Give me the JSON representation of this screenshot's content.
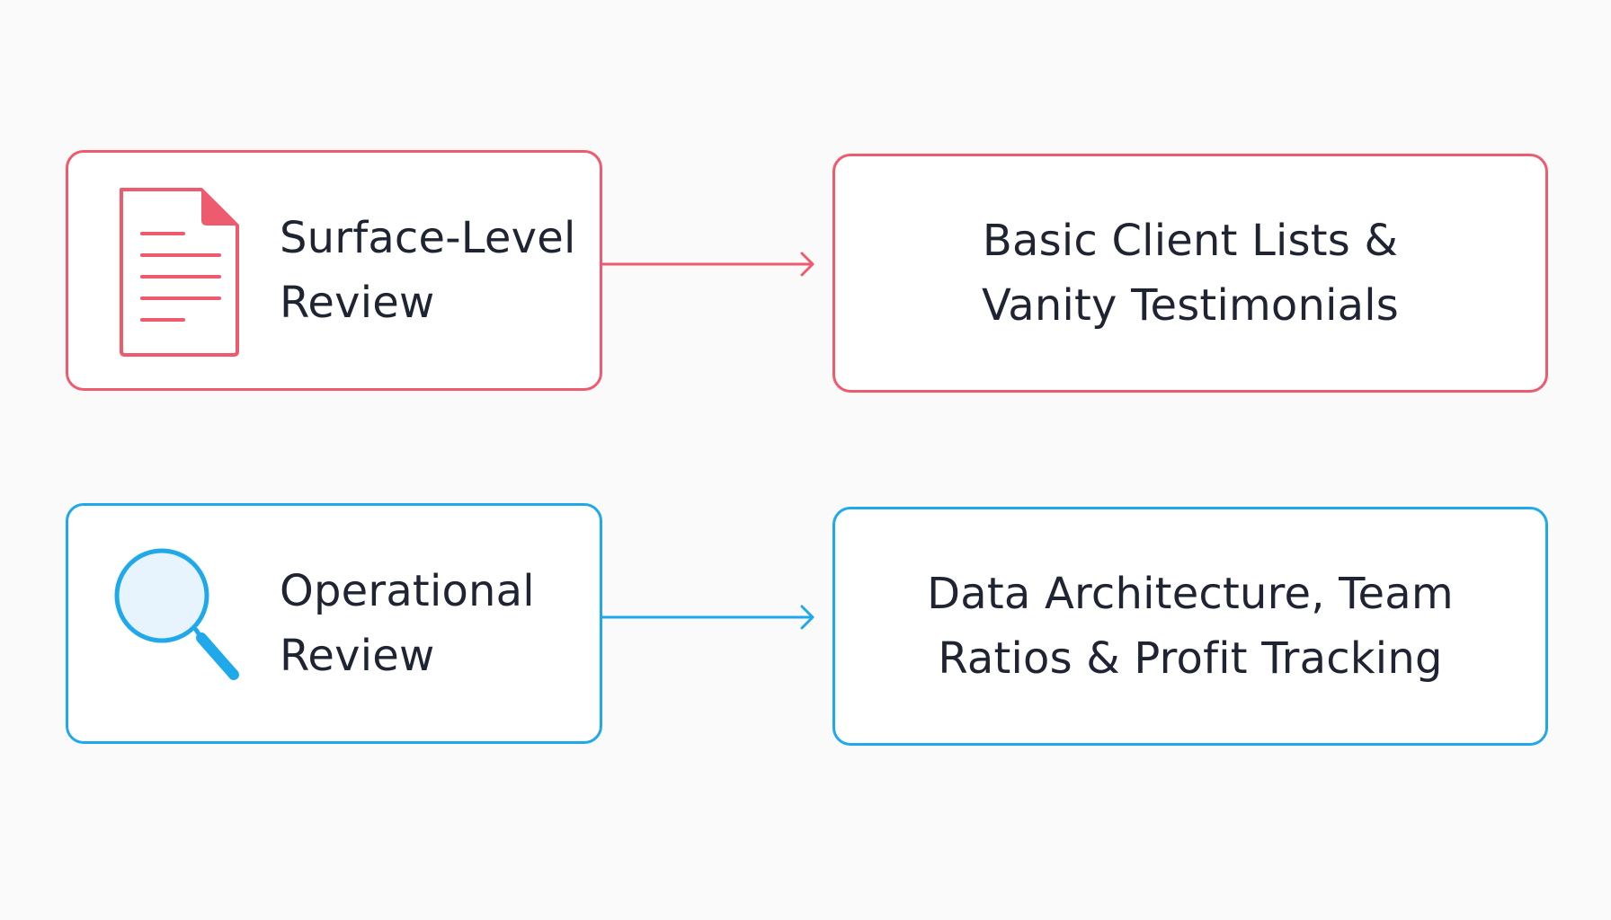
{
  "colors": {
    "background": "#fafafa",
    "red_accent": "#ef5b6e",
    "blue_accent": "#20a9ea",
    "text": "#1f2433"
  },
  "rows": [
    {
      "accent": "red",
      "icon": "document-icon",
      "left_label": [
        "Surface-Level",
        "Review"
      ],
      "right_label": [
        "Basic Client Lists &",
        "Vanity Testimonials"
      ]
    },
    {
      "accent": "blue",
      "icon": "magnifier-icon",
      "left_label": [
        "Operational",
        "Review"
      ],
      "right_label": [
        "Data Architecture, Team",
        "Ratios & Profit Tracking"
      ]
    }
  ]
}
